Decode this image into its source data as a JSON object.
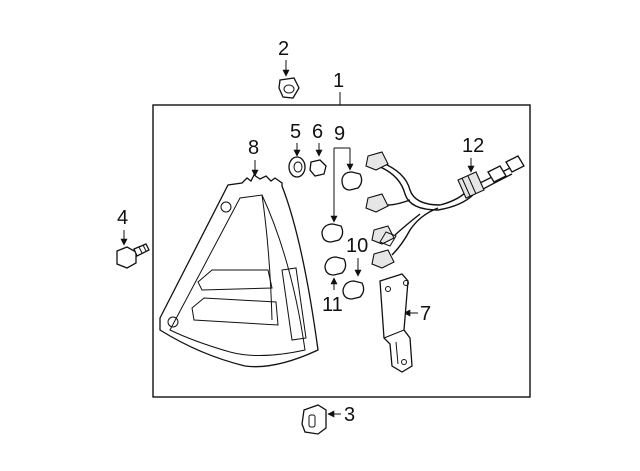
{
  "callouts": {
    "c1": "1",
    "c2": "2",
    "c3": "3",
    "c4": "4",
    "c5": "5",
    "c6": "6",
    "c7": "7",
    "c8": "8",
    "c9": "9",
    "c10": "10",
    "c11": "11",
    "c12": "12"
  },
  "line_color": "#111111",
  "background_color": "#ffffff"
}
